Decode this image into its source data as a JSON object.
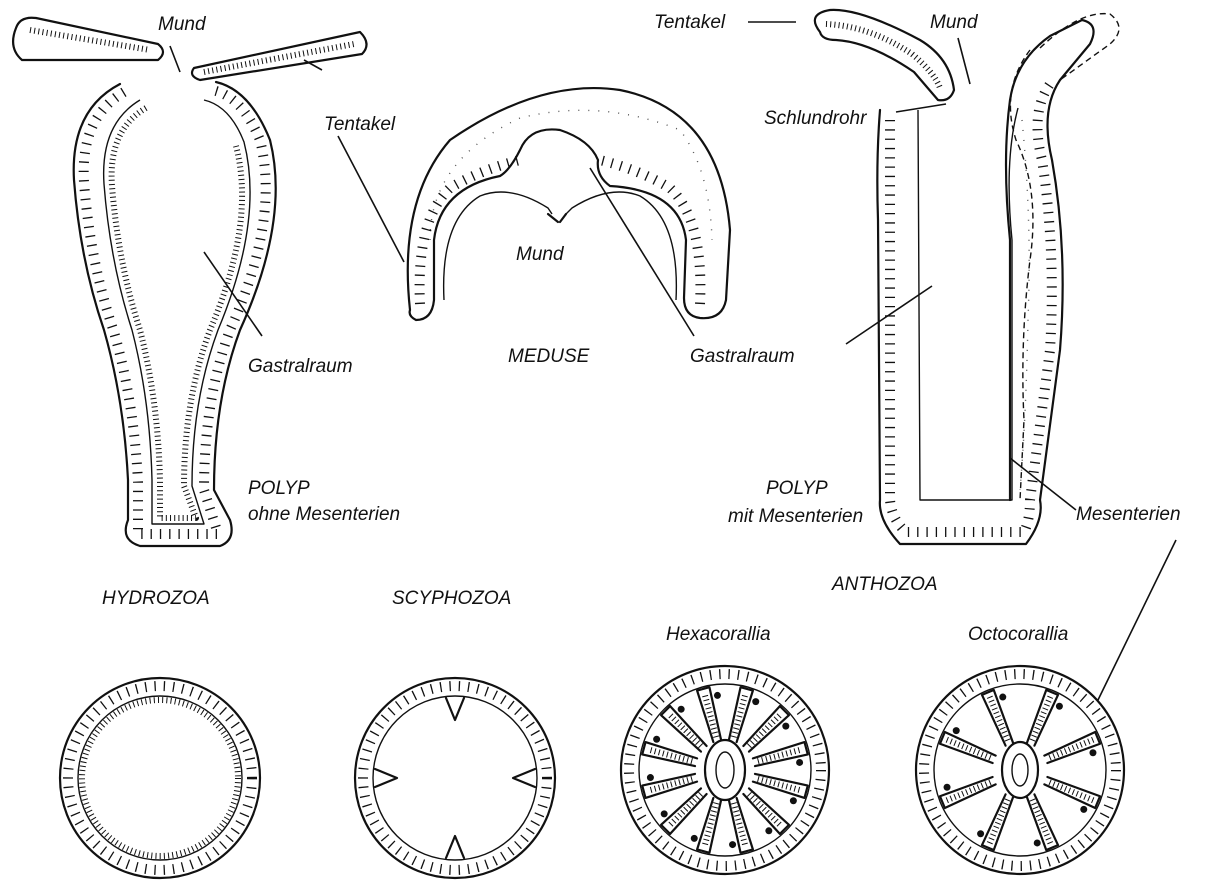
{
  "labels": {
    "mund_hydro": "Mund",
    "tentakel_hydro": "Tentakel",
    "gastralraum_hydro": "Gastralraum",
    "polyp_hydro_1": "POLYP",
    "polyp_hydro_2": "ohne Mesenterien",
    "mund_meduse": "Mund",
    "meduse": "MEDUSE",
    "gastralraum_antho": "Gastralraum",
    "tentakel_antho": "Tentakel",
    "mund_antho": "Mund",
    "schlundrohr": "Schlundrohr",
    "polyp_antho_1": "POLYP",
    "polyp_antho_2": "mit Mesenterien",
    "mesenterien": "Mesenterien"
  },
  "groups": {
    "hydrozoa": "HYDROZOA",
    "scyphozoa": "SCYPHOZOA",
    "anthozoa": "ANTHOZOA",
    "hexacorallia": "Hexacorallia",
    "octocorallia": "Octocorallia"
  }
}
